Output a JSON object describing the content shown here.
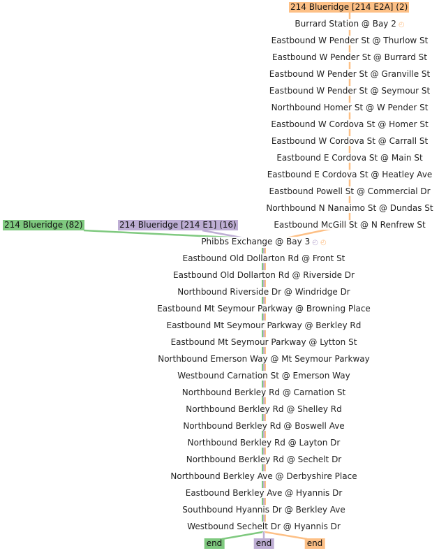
{
  "colors": {
    "green": "#7fc97f",
    "purple": "#beaed4",
    "orange": "#fdc086"
  },
  "routes": [
    {
      "label": "214 Blueridge [214 E2A] (2)",
      "color": "#fdc086"
    },
    {
      "label": "214 Blueridge (82)",
      "color": "#7fc97f"
    },
    {
      "label": "214 Blueridge [214 E1] (16)",
      "color": "#beaed4"
    }
  ],
  "stops_upper": [
    "Burrard Station @ Bay 2",
    "Eastbound W Pender St @ Thurlow St",
    "Eastbound W Pender St @ Burrard St",
    "Eastbound W Pender St @ Granville St",
    "Eastbound W Pender St @ Seymour St",
    "Northbound Homer St @ W Pender St",
    "Eastbound W Cordova St @ Homer St",
    "Eastbound W Cordova St @ Carrall St",
    "Eastbound E Cordova St @ Main St",
    "Eastbound E Cordova St @ Heatley Ave",
    "Eastbound Powell St @ Commercial Dr",
    "Northbound N Nanaimo St @ Dundas St",
    "Eastbound McGill St @ N Renfrew St"
  ],
  "stops_lower": [
    "Phibbs Exchange @ Bay 3",
    "Eastbound Old Dollarton Rd @ Front St",
    "Eastbound Old Dollarton Rd @ Riverside Dr",
    "Northbound Riverside Dr @ Windridge Dr",
    "Eastbound Mt Seymour Parkway @ Browning Place",
    "Eastbound Mt Seymour Parkway @ Berkley Rd",
    "Eastbound Mt Seymour Parkway @ Lytton St",
    "Northbound Emerson Way @ Mt Seymour Parkway",
    "Westbound Carnation St @ Emerson Way",
    "Northbound Berkley Rd @ Carnation St",
    "Northbound Berkley Rd @ Shelley Rd",
    "Northbound Berkley Rd @ Boswell Ave",
    "Northbound Berkley Rd @ Layton Dr",
    "Northbound Berkley Rd @ Sechelt Dr",
    "Northbound Berkley Ave @ Derbyshire Place",
    "Eastbound Berkley Ave @ Hyannis Dr",
    "Southbound Hyannis Dr @ Berkley Ave",
    "Westbound Sechelt Dr @ Hyannis Dr"
  ],
  "end_label": "end",
  "clock_icon": "clock-icon"
}
